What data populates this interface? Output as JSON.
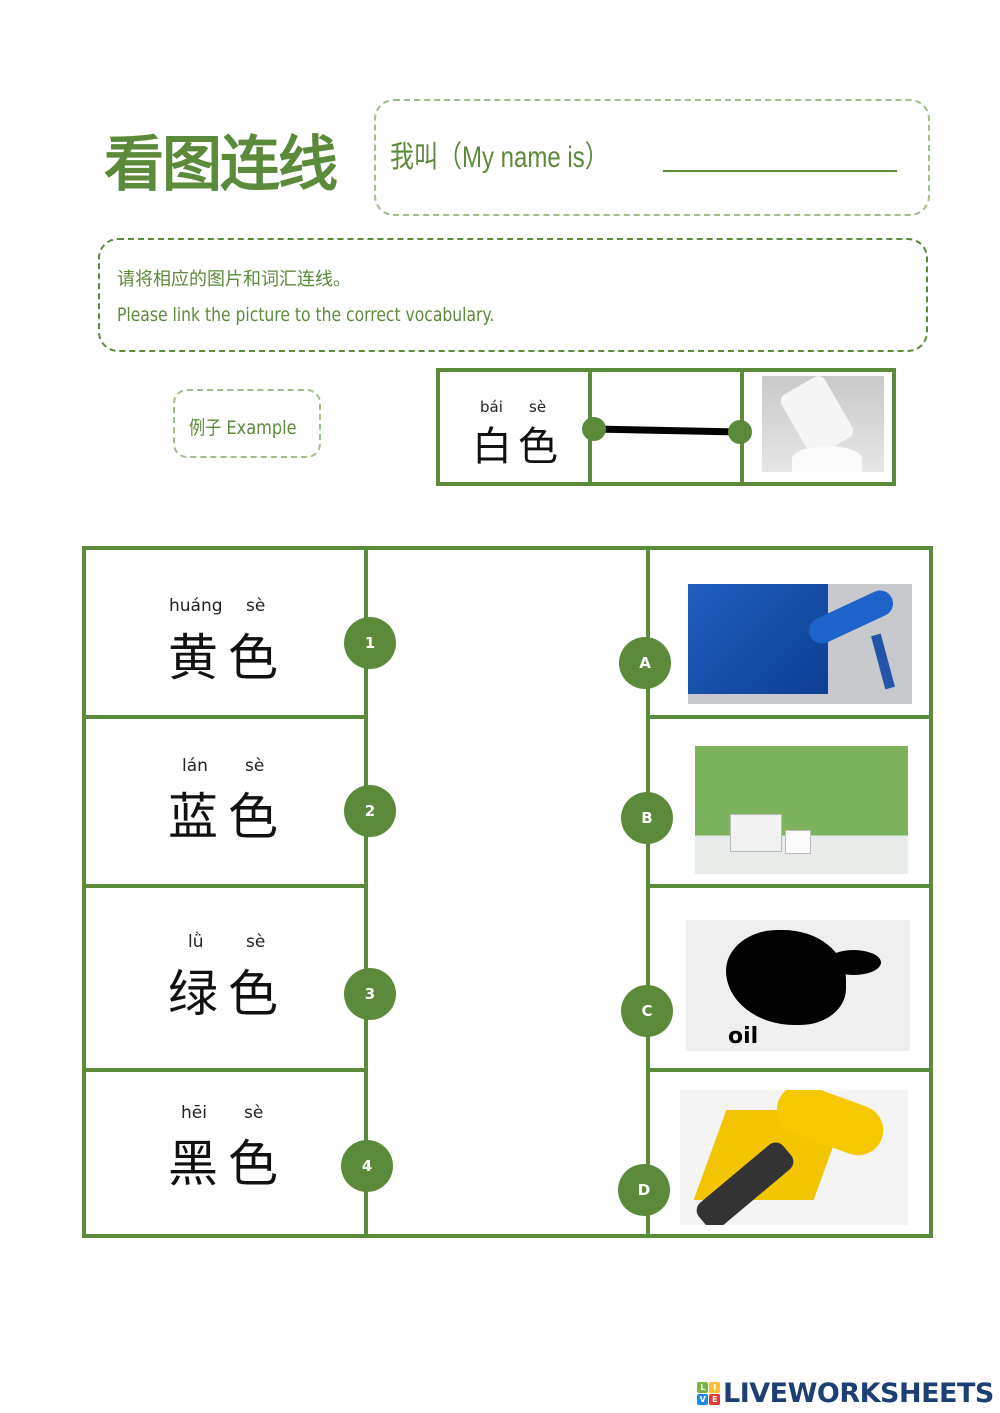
{
  "header": {
    "title": "看图连线",
    "name_label": "我叫（My name is）"
  },
  "instructions": {
    "chinese": "请将相应的图片和词汇连线。",
    "english": "Please link the picture to the correct vocabulary."
  },
  "example": {
    "label": "例子 Example",
    "pinyin": [
      "bái",
      "sè"
    ],
    "hanzi": "白色",
    "picture": "white-paint-brush"
  },
  "words": [
    {
      "number": "1",
      "pinyin": [
        "huáng",
        "sè"
      ],
      "hanzi": "黄色"
    },
    {
      "number": "2",
      "pinyin": [
        "lán",
        "sè"
      ],
      "hanzi": "蓝色"
    },
    {
      "number": "3",
      "pinyin": [
        "lǜ",
        "sè"
      ],
      "hanzi": "绿色"
    },
    {
      "number": "4",
      "pinyin": [
        "hēi",
        "sè"
      ],
      "hanzi": "黑色"
    }
  ],
  "pictures": [
    {
      "letter": "A",
      "picture": "blue-paint-roller"
    },
    {
      "letter": "B",
      "picture": "green-wall-paint-cans"
    },
    {
      "letter": "C",
      "picture": "black-oil-splat",
      "caption": "oil"
    },
    {
      "letter": "D",
      "picture": "yellow-paint-roller"
    }
  ],
  "colors": {
    "accent": "#5b8a3a"
  },
  "logo": {
    "text": "LIVEWORKSHEETS",
    "badge": [
      "L",
      "I",
      "V",
      "E"
    ]
  }
}
